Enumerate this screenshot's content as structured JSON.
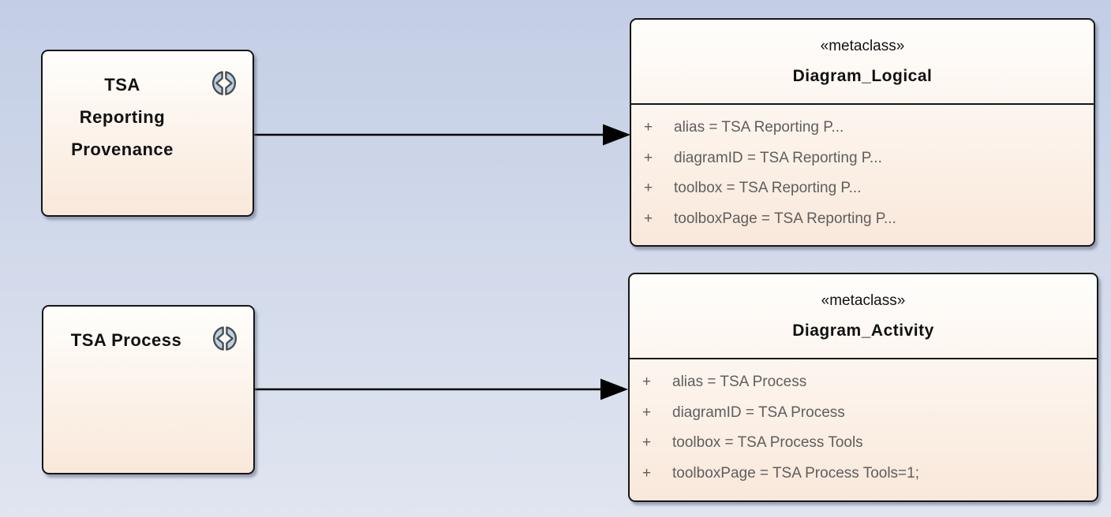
{
  "colors": {
    "background_top": "#c3cee5",
    "background_bottom": "#e0e5f0",
    "element_fill_top": "#fffefc",
    "element_fill_bottom": "#f9e8da",
    "element_border": "#161616",
    "name_text": "#111111",
    "attribute_text": "#5e5e5e",
    "icon_fill": "#b8d2e8",
    "icon_stroke": "#4d4d4d",
    "connector": "#000000"
  },
  "stereotypes": [
    {
      "lines": [
        "TSA",
        "Reporting",
        "Provenance"
      ],
      "icon": "stereotype-profile-icon"
    },
    {
      "lines": [
        "TSA Process"
      ],
      "icon": "stereotype-profile-icon"
    }
  ],
  "metaclasses": [
    {
      "stereotype": "«metaclass»",
      "name": "Diagram_Logical",
      "attributes": [
        {
          "visibility": "+",
          "text": "alias = TSA Reporting P..."
        },
        {
          "visibility": "+",
          "text": "diagramID = TSA Reporting P..."
        },
        {
          "visibility": "+",
          "text": "toolbox = TSA Reporting P..."
        },
        {
          "visibility": "+",
          "text": "toolboxPage = TSA Reporting P..."
        }
      ]
    },
    {
      "stereotype": "«metaclass»",
      "name": "Diagram_Activity",
      "attributes": [
        {
          "visibility": "+",
          "text": "alias = TSA Process"
        },
        {
          "visibility": "+",
          "text": "diagramID = TSA Process"
        },
        {
          "visibility": "+",
          "text": "toolbox = TSA Process Tools"
        },
        {
          "visibility": "+",
          "text": "toolboxPage = TSA Process Tools=1;"
        }
      ]
    }
  ],
  "connectors": [
    {
      "from": "TSA Reporting Provenance",
      "to": "Diagram_Logical",
      "type": "extension-arrow"
    },
    {
      "from": "TSA Process",
      "to": "Diagram_Activity",
      "type": "extension-arrow"
    }
  ]
}
